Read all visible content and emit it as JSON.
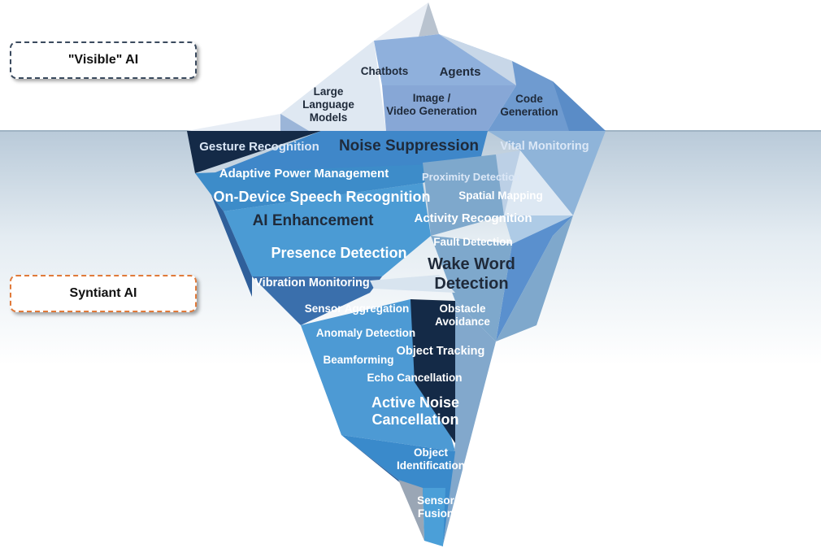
{
  "callouts": {
    "visible": "\"Visible\" AI",
    "syntiant": "Syntiant AI"
  },
  "above_water": {
    "llm": "Large\nLanguage\nModels",
    "chatbots": "Chatbots",
    "agents": "Agents",
    "image_video": "Image /\nVideo Generation",
    "code": "Code\nGeneration"
  },
  "below_water": {
    "gesture": "Gesture Recognition",
    "noise_suppression": "Noise Suppression",
    "vital": "Vital Monitoring",
    "adaptive_power": "Adaptive Power Management",
    "proximity": "Proximity Detection",
    "spatial": "Spatial Mapping",
    "speech": "On-Device Speech Recognition",
    "ai_enhancement": "AI Enhancement",
    "activity": "Activity Recognition",
    "fault": "Fault Detection",
    "presence": "Presence Detection",
    "wake_word": "Wake Word\nDetection",
    "vibration": "Vibration Monitoring",
    "sensor_aggregation": "Sensor Aggregation",
    "obstacle": "Obstacle\nAvoidance",
    "anomaly": "Anomaly Detection",
    "object_tracking": "Object Tracking",
    "beamforming": "Beamforming",
    "echo": "Echo Cancellation",
    "anc": "Active Noise\nCancellation",
    "object_id": "Object\nIdentification",
    "sensor_fusion": "Sensor\nFusion"
  },
  "colors": {
    "water_top": "#b9cad9",
    "ice_light": "#e3ebf4",
    "ice_mid": "#8aa9d6",
    "deep_navy": "#142a47",
    "blue": "#4a9cd5",
    "steel": "#7fa8cc",
    "callout_visible_border": "#3a4a5e",
    "callout_syntiant_border": "#e07a3a"
  }
}
